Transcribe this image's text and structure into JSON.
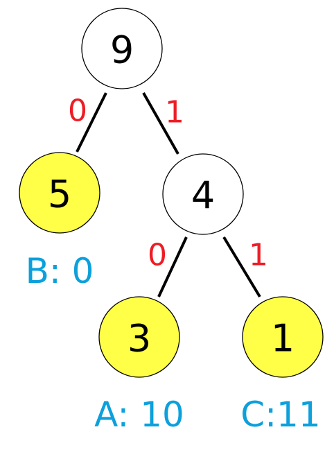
{
  "colors": {
    "leaf_fill": "#ffff47",
    "internal_fill": "#ffffff",
    "edge_label": "#ee1c25",
    "code_label": "#0ca0dc",
    "outline": "#000000"
  },
  "nodes": [
    {
      "id": "root",
      "label": "9",
      "kind": "internal"
    },
    {
      "id": "left",
      "label": "5",
      "kind": "leaf"
    },
    {
      "id": "inner",
      "label": "4",
      "kind": "internal"
    },
    {
      "id": "inner-left",
      "label": "3",
      "kind": "leaf"
    },
    {
      "id": "inner-right",
      "label": "1",
      "kind": "leaf"
    }
  ],
  "edges": [
    {
      "from": "root",
      "to": "left",
      "bit": "0"
    },
    {
      "from": "root",
      "to": "inner",
      "bit": "1"
    },
    {
      "from": "inner",
      "to": "inner-left",
      "bit": "0"
    },
    {
      "from": "inner",
      "to": "inner-right",
      "bit": "1"
    }
  ],
  "codes": [
    {
      "node": "left",
      "text": "B: 0"
    },
    {
      "node": "inner-left",
      "text": "A: 10"
    },
    {
      "node": "inner-right",
      "text": "C:11"
    }
  ]
}
